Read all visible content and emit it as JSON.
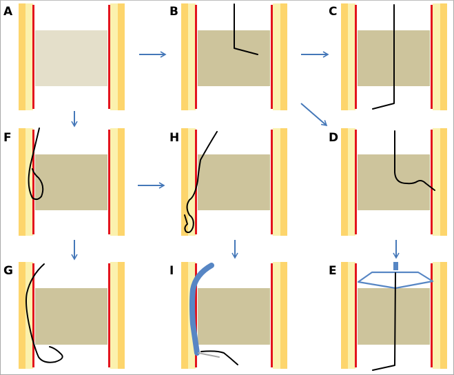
{
  "figure": {
    "description": "Sequence of schematic panels showing a guidewire manipulation between two vessel walls",
    "colors": {
      "wall_outer": "#fdd56c",
      "wall_inner": "#fbf1ae",
      "wall_line": "#e3141d",
      "lesion_light": "#e4dfca",
      "lesion": "#cdc49c",
      "wire": "#000000",
      "arrow": "#4477b8",
      "catheter": "#5786c4",
      "microwire": "#a6a6a6"
    },
    "panels": [
      {
        "id": "A",
        "label": "A",
        "row": 1,
        "col": 1,
        "content": "empty vessel with lesion"
      },
      {
        "id": "B",
        "label": "B",
        "row": 1,
        "col": 2,
        "content": "wire bent into lesion"
      },
      {
        "id": "C",
        "label": "C",
        "row": 1,
        "col": 3,
        "content": "wire crosses lesion"
      },
      {
        "id": "F",
        "label": "F",
        "row": 2,
        "col": 1,
        "content": "wire loop along wall"
      },
      {
        "id": "H",
        "label": "H",
        "row": 2,
        "col": 2,
        "content": "wire knuckle in wall"
      },
      {
        "id": "D",
        "label": "D",
        "row": 2,
        "col": 3,
        "content": "wire deflected to wall"
      },
      {
        "id": "G",
        "label": "G",
        "row": 3,
        "col": 1,
        "content": "wire loop re-entry"
      },
      {
        "id": "I",
        "label": "I",
        "row": 3,
        "col": 2,
        "content": "catheter with microwire"
      },
      {
        "id": "E",
        "label": "E",
        "row": 3,
        "col": 3,
        "content": "balloon/device with wire crossing"
      }
    ],
    "arrows": [
      {
        "from": "A",
        "to": "B",
        "direction": "right"
      },
      {
        "from": "B",
        "to": "C",
        "direction": "right"
      },
      {
        "from": "B",
        "to": "D",
        "direction": "down-right"
      },
      {
        "from": "A",
        "to": "F",
        "direction": "down"
      },
      {
        "from": "F",
        "to": "H",
        "direction": "right"
      },
      {
        "from": "F",
        "to": "G",
        "direction": "down"
      },
      {
        "from": "H",
        "to": "I",
        "direction": "down"
      },
      {
        "from": "D",
        "to": "E",
        "direction": "down"
      }
    ]
  }
}
